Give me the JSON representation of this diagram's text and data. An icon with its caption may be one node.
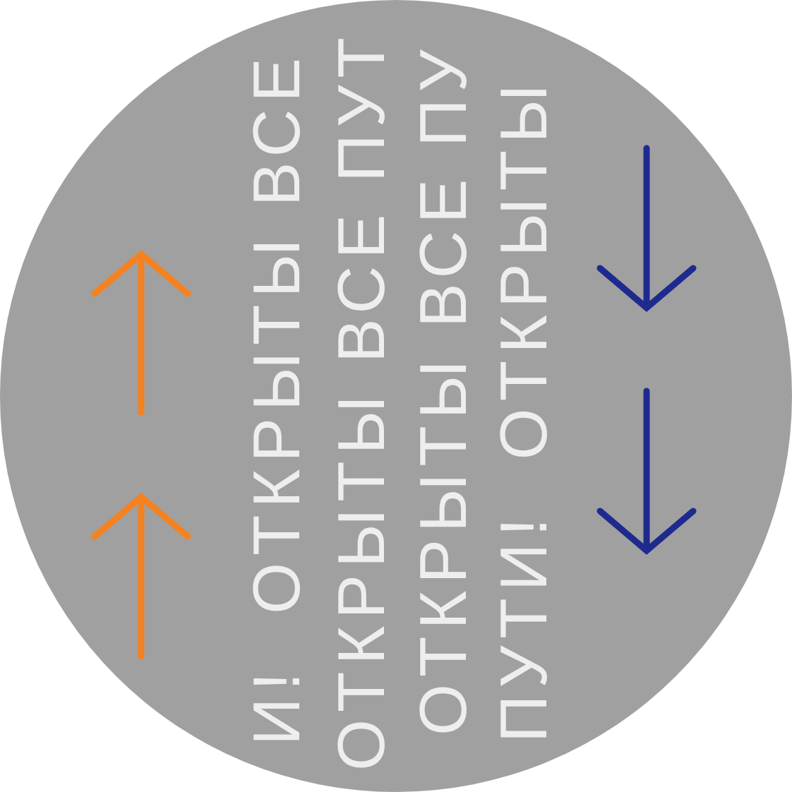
{
  "diagram": {
    "labels": [
      "И!  ОТКРЫТЫ ВСЕ",
      "ОТКРЫТЫ ВСЕ ПУТ",
      "ОТКРЫТЫ ВСЕ ПУ",
      "ПУТИ!  ОТКРЫТЫ"
    ]
  }
}
